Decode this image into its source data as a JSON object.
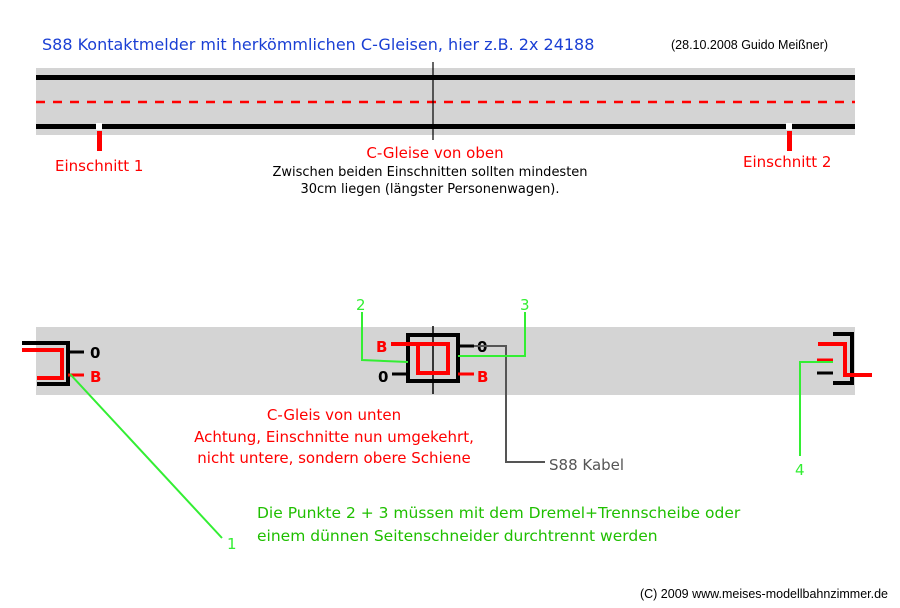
{
  "header": {
    "title": "S88 Kontaktmelder mit herkömmlichen C-Gleisen, hier z.B. 2x 24188",
    "author_date": "(28.10.2008 Guido Meißner)"
  },
  "top_view": {
    "cut_1": "Einschnitt 1",
    "cut_2": "Einschnitt 2",
    "heading": "C-Gleise von oben",
    "note_line1": "Zwischen beiden Einschnitten sollten mindesten",
    "note_line2": "30cm liegen (längster Personenwagen)."
  },
  "bottom_view": {
    "heading": "C-Gleis von unten",
    "warning_line1": "Achtung, Einschnitte nun umgekehrt,",
    "warning_line2": "nicht untere, sondern obere Schiene",
    "label_0": "0",
    "label_b": "B",
    "cable": "S88 Kabel",
    "point_1": "1",
    "point_2": "2",
    "point_3": "3",
    "point_4": "4",
    "instruction_line1": "Die Punkte 2 + 3 müssen mit dem Dremel+Trennscheibe oder",
    "instruction_line2": "einem dünnen Seitenschneider durchtrennt werden"
  },
  "footer": {
    "copyright": "(C) 2009 www.meises-modellbahnzimmer.de"
  },
  "colors": {
    "title_blue": "#1a3fd4",
    "red": "#ff0000",
    "green": "#33ee33",
    "track_gray": "#d4d4d4",
    "cable_gray": "#555555"
  }
}
